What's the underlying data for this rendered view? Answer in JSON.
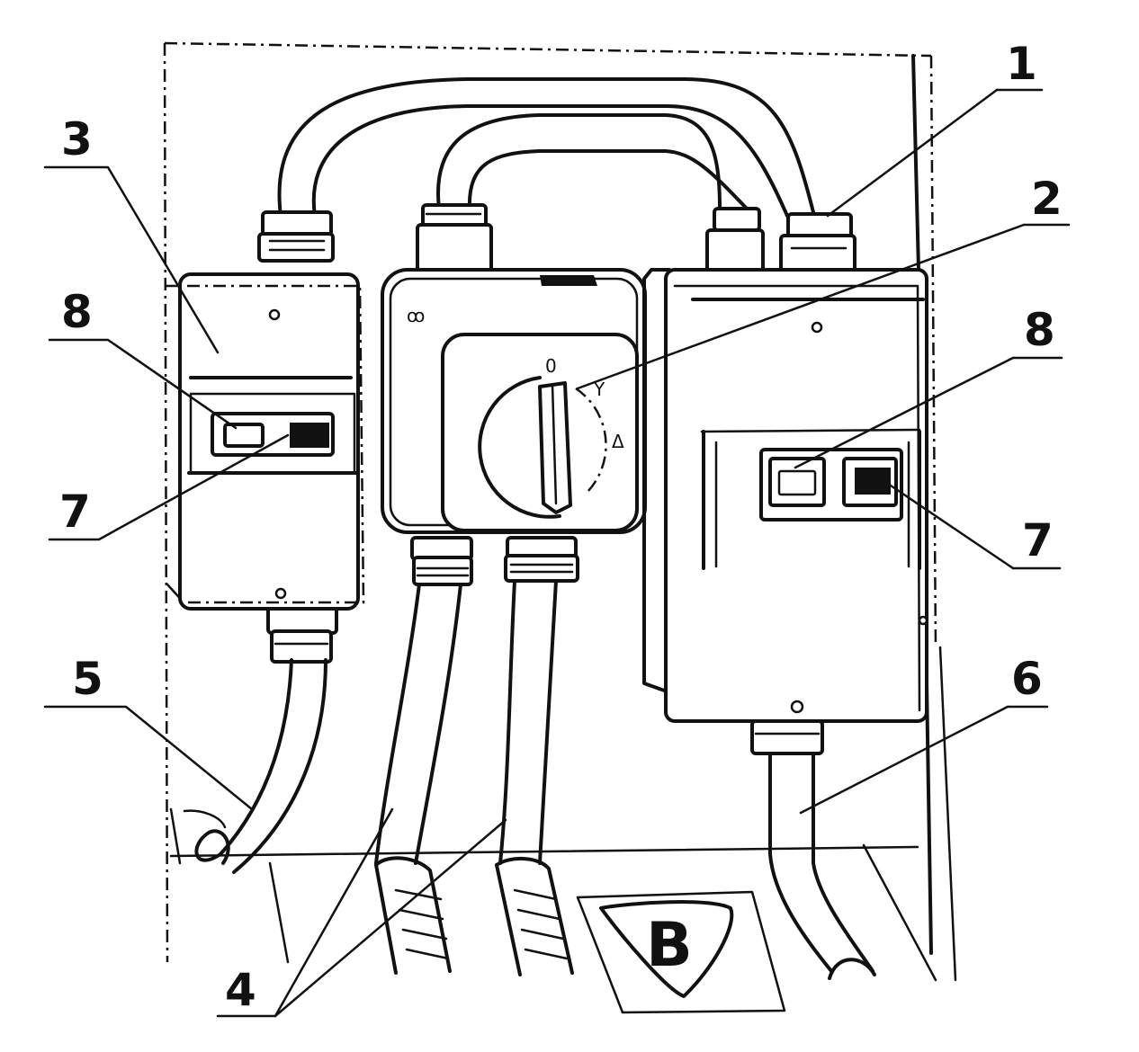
{
  "callouts": [
    {
      "id": "1",
      "text": "1"
    },
    {
      "id": "2",
      "text": "2"
    },
    {
      "id": "3",
      "text": "3"
    },
    {
      "id": "4",
      "text": "4"
    },
    {
      "id": "5",
      "text": "5"
    },
    {
      "id": "6",
      "text": "6"
    },
    {
      "id": "7a",
      "text": "7"
    },
    {
      "id": "7b",
      "text": "7"
    },
    {
      "id": "8a",
      "text": "8"
    },
    {
      "id": "8b",
      "text": "8"
    }
  ],
  "switch_marks": {
    "zero": "0",
    "star": "Y",
    "delta": "Δ"
  },
  "floor_sign": "B"
}
